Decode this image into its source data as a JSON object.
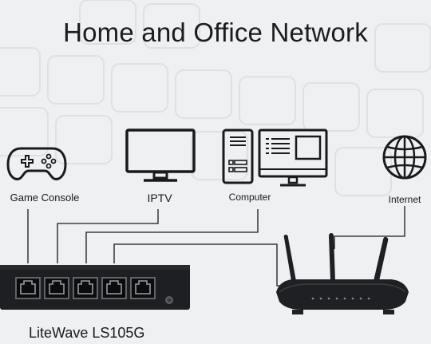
{
  "title": "Home and Office Network",
  "devices": {
    "game_console": "Game Console",
    "iptv": "IPTV",
    "computer": "Computer",
    "internet": "Internet"
  },
  "switch": {
    "model": "LiteWave LS105G",
    "ports": 5
  },
  "colors": {
    "background": "#eef0f2",
    "line": "#1a1a1a",
    "switch_body": "#1e1f22",
    "router_body": "#1f2024"
  }
}
